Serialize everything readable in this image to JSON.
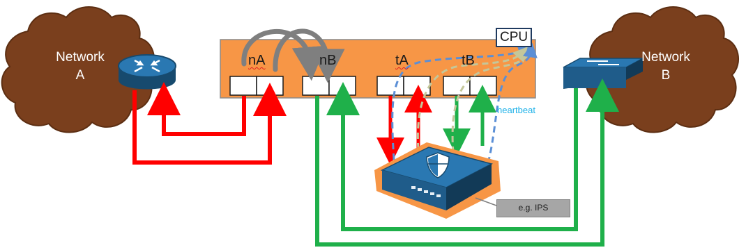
{
  "network_a": {
    "line1": "Network",
    "line2": "A"
  },
  "network_b": {
    "line1": "Network",
    "line2": "B"
  },
  "ports": {
    "na": "nA",
    "nb": "nB",
    "ta": "tA",
    "tb": "tB"
  },
  "cpu_label": "CPU",
  "heartbeat_label": "heartbeat",
  "appliance_tag": "e.g. IPS",
  "colors": {
    "cloud": "#7a3f1d",
    "cloud_edge": "#5c2e12",
    "bypass_panel": "#f79646",
    "red_path": "#ff0000",
    "green_path": "#1fb04a",
    "heartbeat": "#5b8fd6",
    "heartbeat_alt": "#c4c79a",
    "loop_arrow": "#7f7f7f",
    "router": "#1f5c8a"
  },
  "icons": [
    "router-icon",
    "switch-icon",
    "ips-appliance-icon",
    "shield-icon"
  ]
}
